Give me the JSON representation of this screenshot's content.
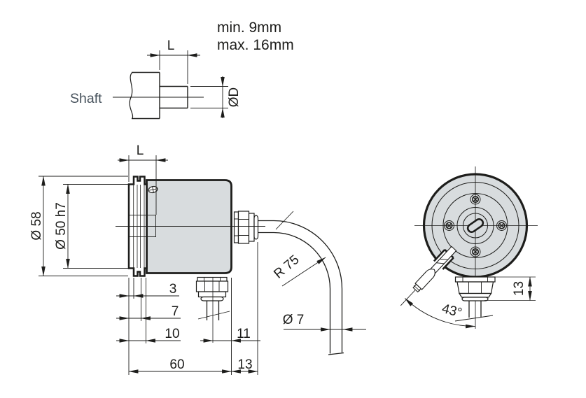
{
  "colors": {
    "line": "#1d1d1b",
    "housing_fill": "#d8dcde",
    "white_fill": "#ffffff",
    "shaft_label_color": "#47525c"
  },
  "shaft_detail": {
    "label": "Shaft",
    "insertion_note_min": "min. 9mm",
    "insertion_note_max": "max. 16mm",
    "length_dim": "L",
    "diameter_dim": "ØD"
  },
  "side_view": {
    "insertion_depth_dim": "L",
    "housing_diameter_dim": "Ø 58",
    "pilot_diameter_dim": "Ø 50 h7",
    "groove_start_dim": "3",
    "groove_end_dim": "7",
    "flange_depth_dim": "10",
    "cable_axis_offset_dim": "11",
    "housing_length_dim": "60",
    "gland_length_dim": "13",
    "cable_bend_radius_dim": "R 75",
    "cable_diameter_dim": "Ø 7"
  },
  "front_view": {
    "cable_exit_angle_dim": "43°",
    "gland_height_dim": "13"
  }
}
